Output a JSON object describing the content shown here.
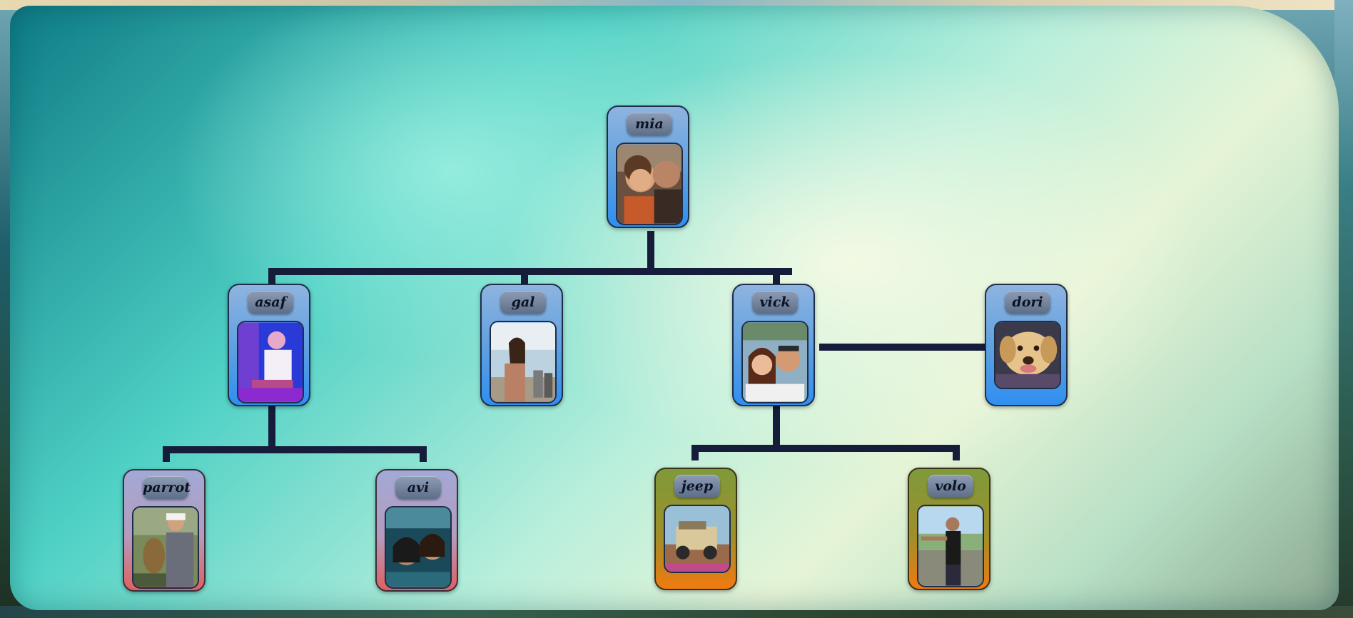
{
  "tree": {
    "root": {
      "name": "mia",
      "photo_icon": "child-selfie-photo"
    },
    "level1": [
      {
        "name": "asaf",
        "photo_icon": "guitarist-photo"
      },
      {
        "name": "gal",
        "photo_icon": "woman-beach-photo"
      },
      {
        "name": "vick",
        "photo_icon": "couple-selfie-photo"
      },
      {
        "name": "dori",
        "photo_icon": "dog-photo"
      }
    ],
    "level2": [
      {
        "name": "parrot",
        "photo_icon": "man-with-parrot-photo"
      },
      {
        "name": "avi",
        "photo_icon": "friends-selfie-photo"
      },
      {
        "name": "jeep",
        "photo_icon": "jeep-photo"
      },
      {
        "name": "volo",
        "photo_icon": "man-on-beach-photo"
      }
    ]
  },
  "colors": {
    "connector": "#161d3a",
    "card_blue": "#2f8ff0",
    "card_pink": "#e06060",
    "card_olive": "#f07a10",
    "label_bg": "#5d6e88"
  }
}
